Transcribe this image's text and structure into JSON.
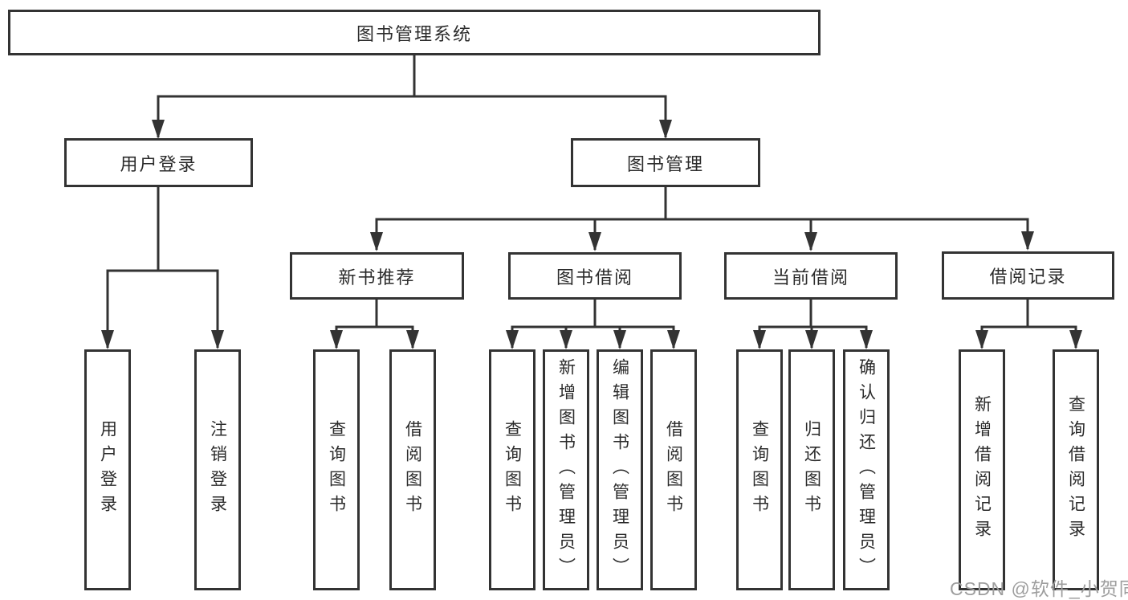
{
  "colors": {
    "line": "#333333",
    "box_border": "#333333",
    "text": "#2b2b2b",
    "watermark": "#9e9e9e"
  },
  "watermark": {
    "text": "CSDN @软件_小贺同学"
  },
  "tree": {
    "root": {
      "label": "图书管理系统"
    },
    "children": [
      {
        "label": "用户登录",
        "children": [
          {
            "label": "用户登录"
          },
          {
            "label": "注销登录"
          }
        ]
      },
      {
        "label": "图书管理",
        "children": [
          {
            "label": "新书推荐",
            "children": [
              {
                "label": "查询图书"
              },
              {
                "label": "借阅图书"
              }
            ]
          },
          {
            "label": "图书借阅",
            "children": [
              {
                "label": "查询图书"
              },
              {
                "label": "新增图书（管理员）"
              },
              {
                "label": "编辑图书（管理员）"
              },
              {
                "label": "借阅图书"
              }
            ]
          },
          {
            "label": "当前借阅",
            "children": [
              {
                "label": "查询图书"
              },
              {
                "label": "归还图书"
              },
              {
                "label": "确认归还（管理员）"
              }
            ]
          },
          {
            "label": "借阅记录",
            "children": [
              {
                "label": "新增借阅记录"
              },
              {
                "label": "查询借阅记录"
              }
            ]
          }
        ]
      }
    ]
  }
}
